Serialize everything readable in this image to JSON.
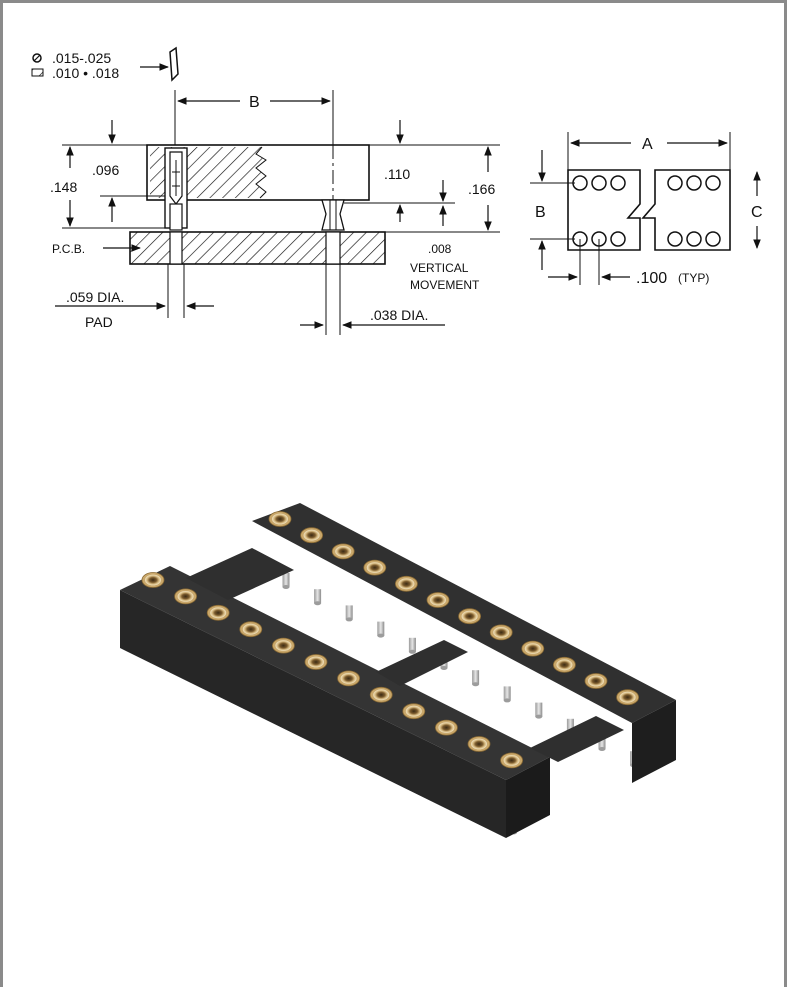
{
  "legend": {
    "round_pin_range": ".015-.025",
    "flat_pin_range": ".010 • .018"
  },
  "side_view": {
    "dim_b": "B",
    "dim_148": ".148",
    "dim_096": ".096",
    "dim_110": ".110",
    "dim_166": ".166",
    "dim_008": ".008",
    "vertical": "VERTICAL",
    "movement": "MOVEMENT",
    "pcb": "P.C.B.",
    "pad_dia": ".059 DIA.",
    "pad": "PAD",
    "pin_dia": ".038 DIA."
  },
  "top_view": {
    "dim_a": "A",
    "dim_b": "B",
    "dim_c": "C",
    "pitch": ".100",
    "pitch_note": "(TYP)"
  },
  "render": {
    "pins_per_row": 12,
    "body_color": "#2b2b2b",
    "contact_color": "#c9a76a",
    "pin_color": "#bdbdbd"
  }
}
